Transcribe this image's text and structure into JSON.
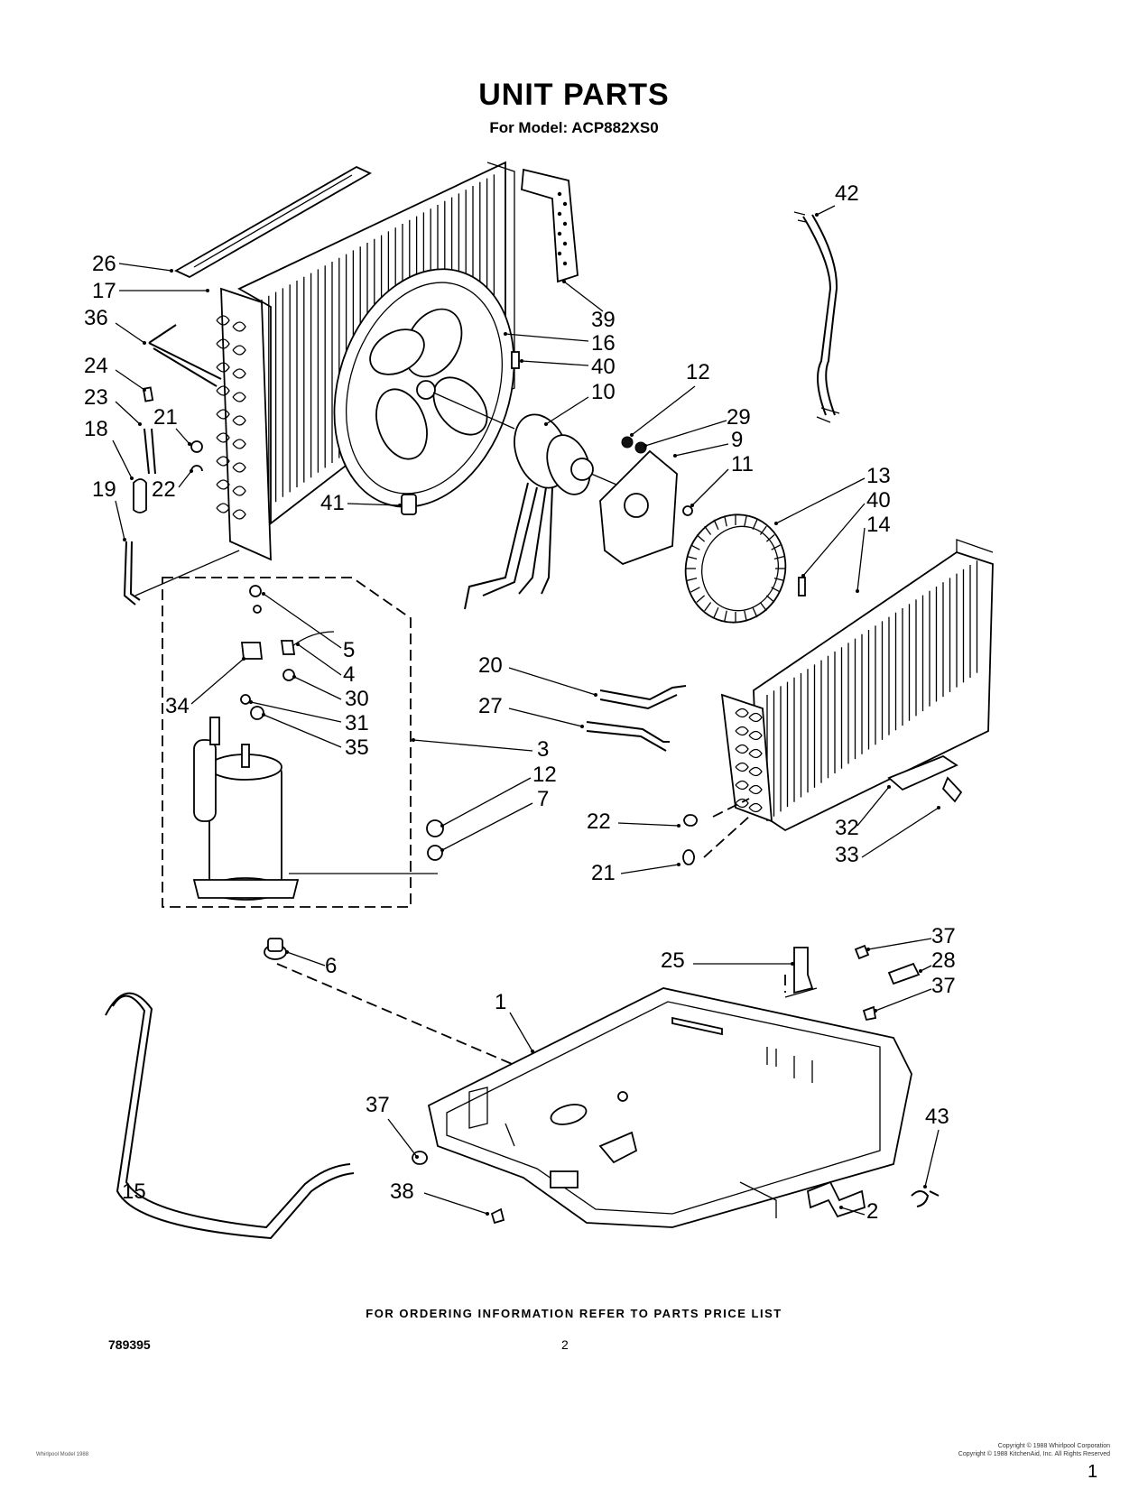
{
  "header": {
    "title": "UNIT PARTS",
    "subtitle": "For Model: ACP882XS0"
  },
  "callouts": [
    {
      "label": "26",
      "part": "seal-strip"
    },
    {
      "label": "17",
      "part": "condenser-coil"
    },
    {
      "label": "36",
      "part": "tube"
    },
    {
      "label": "24",
      "part": "fitting"
    },
    {
      "label": "23",
      "part": "tube"
    },
    {
      "label": "21",
      "part": "clamp"
    },
    {
      "label": "18",
      "part": "tube"
    },
    {
      "label": "22",
      "part": "clamp"
    },
    {
      "label": "19",
      "part": "tube"
    },
    {
      "label": "42",
      "part": "wire-harness"
    },
    {
      "label": "39",
      "part": "seal"
    },
    {
      "label": "16",
      "part": "shroud"
    },
    {
      "label": "40",
      "part": "screw"
    },
    {
      "label": "10",
      "part": "fan-motor"
    },
    {
      "label": "12",
      "part": "nut"
    },
    {
      "label": "29",
      "part": "washer"
    },
    {
      "label": "9",
      "part": "motor-mount"
    },
    {
      "label": "11",
      "part": "nut"
    },
    {
      "label": "41",
      "part": "clip"
    },
    {
      "label": "13",
      "part": "blower-wheel"
    },
    {
      "label": "40",
      "part": "screw"
    },
    {
      "label": "14",
      "part": "evaporator-coil"
    },
    {
      "label": "5",
      "part": "nut"
    },
    {
      "label": "4",
      "part": "terminal-cover"
    },
    {
      "label": "30",
      "part": "gasket"
    },
    {
      "label": "34",
      "part": "overload"
    },
    {
      "label": "31",
      "part": "washer"
    },
    {
      "label": "35",
      "part": "clip"
    },
    {
      "label": "3",
      "part": "compressor"
    },
    {
      "label": "12",
      "part": "nut"
    },
    {
      "label": "7",
      "part": "washer"
    },
    {
      "label": "20",
      "part": "tube"
    },
    {
      "label": "27",
      "part": "tube"
    },
    {
      "label": "22",
      "part": "clamp"
    },
    {
      "label": "21",
      "part": "clamp"
    },
    {
      "label": "32",
      "part": "bracket"
    },
    {
      "label": "33",
      "part": "bracket"
    },
    {
      "label": "6",
      "part": "grommet"
    },
    {
      "label": "37",
      "part": "screw"
    },
    {
      "label": "25",
      "part": "bracket"
    },
    {
      "label": "28",
      "part": "bumper"
    },
    {
      "label": "37",
      "part": "screw"
    },
    {
      "label": "1",
      "part": "base-pan"
    },
    {
      "label": "37",
      "part": "screw"
    },
    {
      "label": "43",
      "part": "clip"
    },
    {
      "label": "15",
      "part": "drain-tube"
    },
    {
      "label": "38",
      "part": "screw"
    },
    {
      "label": "2",
      "part": "bracket"
    }
  ],
  "footer": {
    "ordering_note": "FOR ORDERING INFORMATION REFER TO PARTS PRICE LIST",
    "doc_number": "789395",
    "page_number": "2",
    "copyright_line1": "Copyright © 1988 Whirlpool Corporation",
    "copyright_line2": "Copyright © 1988 KitchenAid, Inc. All Rights Reserved",
    "corner_mark": "1",
    "left_fine_print": "Whirlpool Model 1988"
  }
}
